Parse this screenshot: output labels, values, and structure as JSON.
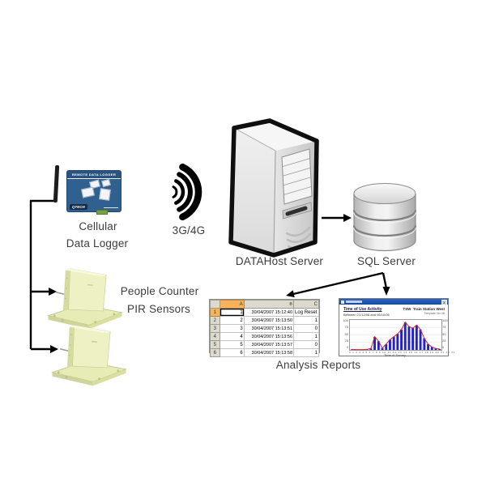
{
  "labels": {
    "cellular_line1": "Cellular",
    "cellular_line2": "Data Logger",
    "network": "3G/4G",
    "datahost": "DATAHost Server",
    "sql": "SQL Server",
    "people_counter_line1": "People Counter",
    "people_counter_line2": "PIR Sensors",
    "analysis": "Analysis Reports"
  },
  "logger": {
    "banner": "REMOTE DATA LOGGER",
    "brand": "QTECH"
  },
  "spreadsheet": {
    "columns": [
      "A",
      "B",
      "C"
    ],
    "selected_col": "A",
    "selected_row": "1",
    "selected_cell": "A1",
    "rows": [
      [
        "1",
        "30/04/2007 15:12:40",
        "Log Reset"
      ],
      [
        "2",
        "30/04/2007 15:13:50",
        "1"
      ],
      [
        "3",
        "30/04/2007 15:13:51",
        "0"
      ],
      [
        "4",
        "30/04/2007 15:13:56",
        "1"
      ],
      [
        "5",
        "30/04/2007 15:13:57",
        "0"
      ],
      [
        "6",
        "30/04/2007 15:13:58",
        "1"
      ]
    ]
  },
  "report_window": {
    "title_left": "Time of Use Activity",
    "subtitle_left": "Between 21/12/06 and 06/10/06",
    "title_right": "TSW  Train Station West",
    "subtitle_right": "Template Ver 08",
    "close_label": "x"
  },
  "chart_data": {
    "type": "bar",
    "title": "Time of Use Activity",
    "subtitle": "Between 21/12/06 and 06/10/06",
    "site": "TSW Train Station West",
    "xlabel": "Time of Survey",
    "ylabel": "",
    "ylim": [
      0,
      100
    ],
    "yticks": [
      100,
      75,
      50,
      25,
      0
    ],
    "grid": true,
    "legend": false,
    "x": [
      "0",
      "1",
      "2",
      "3",
      "4",
      "5",
      "6",
      "7",
      "8",
      "9",
      "10",
      "11",
      "12",
      "13",
      "14",
      "15",
      "16",
      "17",
      "18",
      "19",
      "20",
      "21",
      "22",
      "23"
    ],
    "values": [
      2,
      1,
      1,
      1,
      2,
      5,
      45,
      30,
      6,
      20,
      35,
      45,
      55,
      70,
      95,
      80,
      75,
      85,
      70,
      40,
      20,
      10,
      5,
      3
    ],
    "bar_color": "#2222cc",
    "line_color": "#dd2222"
  },
  "colors": {
    "logger_blue": "#30608f",
    "sensor_body": "#eef1c4",
    "titlebar_blue": "#2b63c6",
    "arrow": "#000000",
    "sheet_selected": "#f7b25c"
  }
}
